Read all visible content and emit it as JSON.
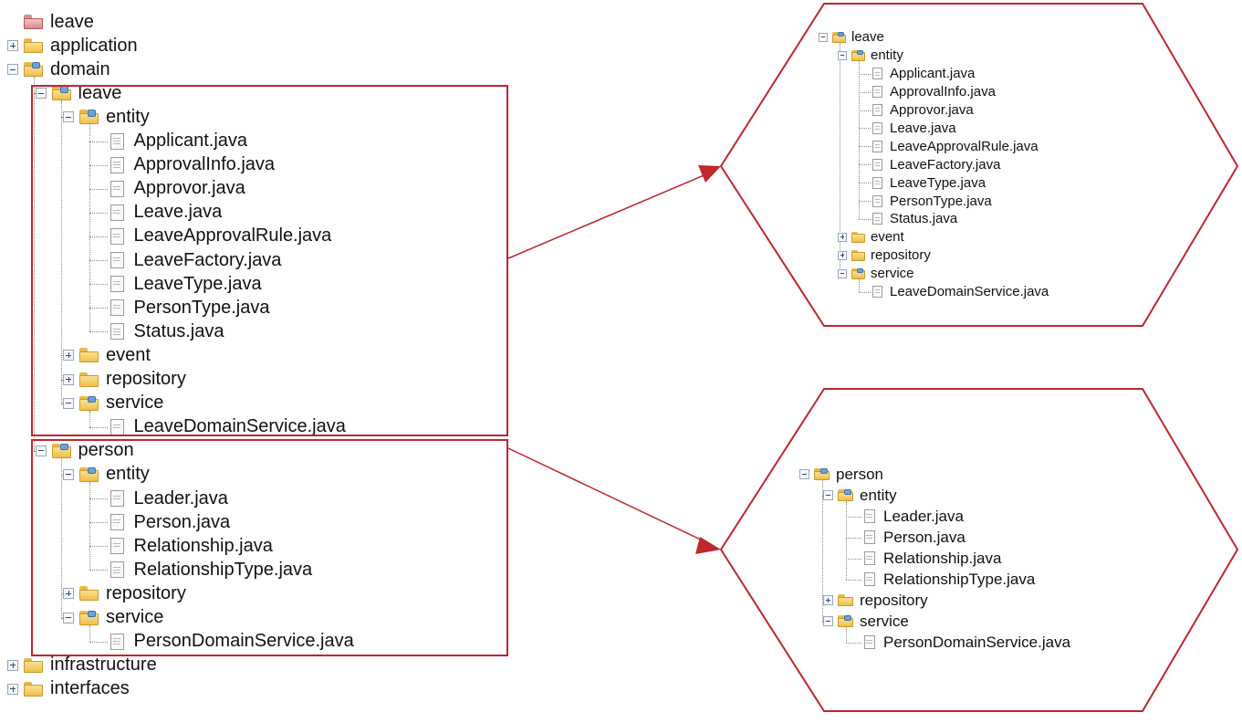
{
  "colors": {
    "highlight": "#c0262c",
    "arrow": "#c0262c",
    "text": "#111111"
  },
  "main_tree": [
    {
      "label": "leave",
      "depth": 0,
      "icon": "project-icon",
      "expander": "none"
    },
    {
      "label": "application",
      "depth": 0,
      "icon": "folder-icon",
      "expander": "plus"
    },
    {
      "label": "domain",
      "depth": 0,
      "icon": "package-folder-icon",
      "expander": "minus"
    },
    {
      "label": "leave",
      "depth": 1,
      "icon": "package-folder-icon",
      "expander": "minus"
    },
    {
      "label": "entity",
      "depth": 2,
      "icon": "package-folder-icon",
      "expander": "minus"
    },
    {
      "label": "Applicant.java",
      "depth": 3,
      "icon": "file-icon",
      "expander": "none"
    },
    {
      "label": "ApprovalInfo.java",
      "depth": 3,
      "icon": "file-icon",
      "expander": "none"
    },
    {
      "label": "Approvor.java",
      "depth": 3,
      "icon": "file-icon",
      "expander": "none"
    },
    {
      "label": "Leave.java",
      "depth": 3,
      "icon": "file-icon",
      "expander": "none"
    },
    {
      "label": "LeaveApprovalRule.java",
      "depth": 3,
      "icon": "file-icon",
      "expander": "none"
    },
    {
      "label": "LeaveFactory.java",
      "depth": 3,
      "icon": "file-icon",
      "expander": "none"
    },
    {
      "label": "LeaveType.java",
      "depth": 3,
      "icon": "file-icon",
      "expander": "none"
    },
    {
      "label": "PersonType.java",
      "depth": 3,
      "icon": "file-icon",
      "expander": "none"
    },
    {
      "label": "Status.java",
      "depth": 3,
      "icon": "file-icon",
      "expander": "none"
    },
    {
      "label": "event",
      "depth": 2,
      "icon": "folder-icon",
      "expander": "plus"
    },
    {
      "label": "repository",
      "depth": 2,
      "icon": "folder-icon",
      "expander": "plus"
    },
    {
      "label": "service",
      "depth": 2,
      "icon": "package-folder-icon",
      "expander": "minus"
    },
    {
      "label": "LeaveDomainService.java",
      "depth": 3,
      "icon": "file-icon",
      "expander": "none"
    },
    {
      "label": "person",
      "depth": 1,
      "icon": "package-folder-icon",
      "expander": "minus"
    },
    {
      "label": "entity",
      "depth": 2,
      "icon": "package-folder-icon",
      "expander": "minus"
    },
    {
      "label": "Leader.java",
      "depth": 3,
      "icon": "file-icon",
      "expander": "none"
    },
    {
      "label": "Person.java",
      "depth": 3,
      "icon": "file-icon",
      "expander": "none"
    },
    {
      "label": "Relationship.java",
      "depth": 3,
      "icon": "file-icon",
      "expander": "none"
    },
    {
      "label": "RelationshipType.java",
      "depth": 3,
      "icon": "file-icon",
      "expander": "none"
    },
    {
      "label": "repository",
      "depth": 2,
      "icon": "folder-icon",
      "expander": "plus"
    },
    {
      "label": "service",
      "depth": 2,
      "icon": "package-folder-icon",
      "expander": "minus"
    },
    {
      "label": "PersonDomainService.java",
      "depth": 3,
      "icon": "file-icon",
      "expander": "none"
    },
    {
      "label": "infrastructure",
      "depth": 0,
      "icon": "folder-icon",
      "expander": "plus"
    },
    {
      "label": "interfaces",
      "depth": 0,
      "icon": "folder-icon",
      "expander": "plus"
    }
  ],
  "leave_hexagon_tree": [
    {
      "label": "leave",
      "depth": 0,
      "icon": "package-folder-icon",
      "expander": "minus"
    },
    {
      "label": "entity",
      "depth": 1,
      "icon": "package-folder-icon",
      "expander": "minus"
    },
    {
      "label": "Applicant.java",
      "depth": 2,
      "icon": "file-icon",
      "expander": "none"
    },
    {
      "label": "ApprovalInfo.java",
      "depth": 2,
      "icon": "file-icon",
      "expander": "none"
    },
    {
      "label": "Approvor.java",
      "depth": 2,
      "icon": "file-icon",
      "expander": "none"
    },
    {
      "label": "Leave.java",
      "depth": 2,
      "icon": "file-icon",
      "expander": "none"
    },
    {
      "label": "LeaveApprovalRule.java",
      "depth": 2,
      "icon": "file-icon",
      "expander": "none"
    },
    {
      "label": "LeaveFactory.java",
      "depth": 2,
      "icon": "file-icon",
      "expander": "none"
    },
    {
      "label": "LeaveType.java",
      "depth": 2,
      "icon": "file-icon",
      "expander": "none"
    },
    {
      "label": "PersonType.java",
      "depth": 2,
      "icon": "file-icon",
      "expander": "none"
    },
    {
      "label": "Status.java",
      "depth": 2,
      "icon": "file-icon",
      "expander": "none"
    },
    {
      "label": "event",
      "depth": 1,
      "icon": "folder-icon",
      "expander": "plus"
    },
    {
      "label": "repository",
      "depth": 1,
      "icon": "folder-icon",
      "expander": "plus"
    },
    {
      "label": "service",
      "depth": 1,
      "icon": "package-folder-icon",
      "expander": "minus"
    },
    {
      "label": "LeaveDomainService.java",
      "depth": 2,
      "icon": "file-icon",
      "expander": "none"
    }
  ],
  "person_hexagon_tree": [
    {
      "label": "person",
      "depth": 0,
      "icon": "package-folder-icon",
      "expander": "minus"
    },
    {
      "label": "entity",
      "depth": 1,
      "icon": "package-folder-icon",
      "expander": "minus"
    },
    {
      "label": "Leader.java",
      "depth": 2,
      "icon": "file-icon",
      "expander": "none"
    },
    {
      "label": "Person.java",
      "depth": 2,
      "icon": "file-icon",
      "expander": "none"
    },
    {
      "label": "Relationship.java",
      "depth": 2,
      "icon": "file-icon",
      "expander": "none"
    },
    {
      "label": "RelationshipType.java",
      "depth": 2,
      "icon": "file-icon",
      "expander": "none"
    },
    {
      "label": "repository",
      "depth": 1,
      "icon": "folder-icon",
      "expander": "plus"
    },
    {
      "label": "service",
      "depth": 1,
      "icon": "package-folder-icon",
      "expander": "minus"
    },
    {
      "label": "PersonDomainService.java",
      "depth": 2,
      "icon": "file-icon",
      "expander": "none"
    }
  ]
}
